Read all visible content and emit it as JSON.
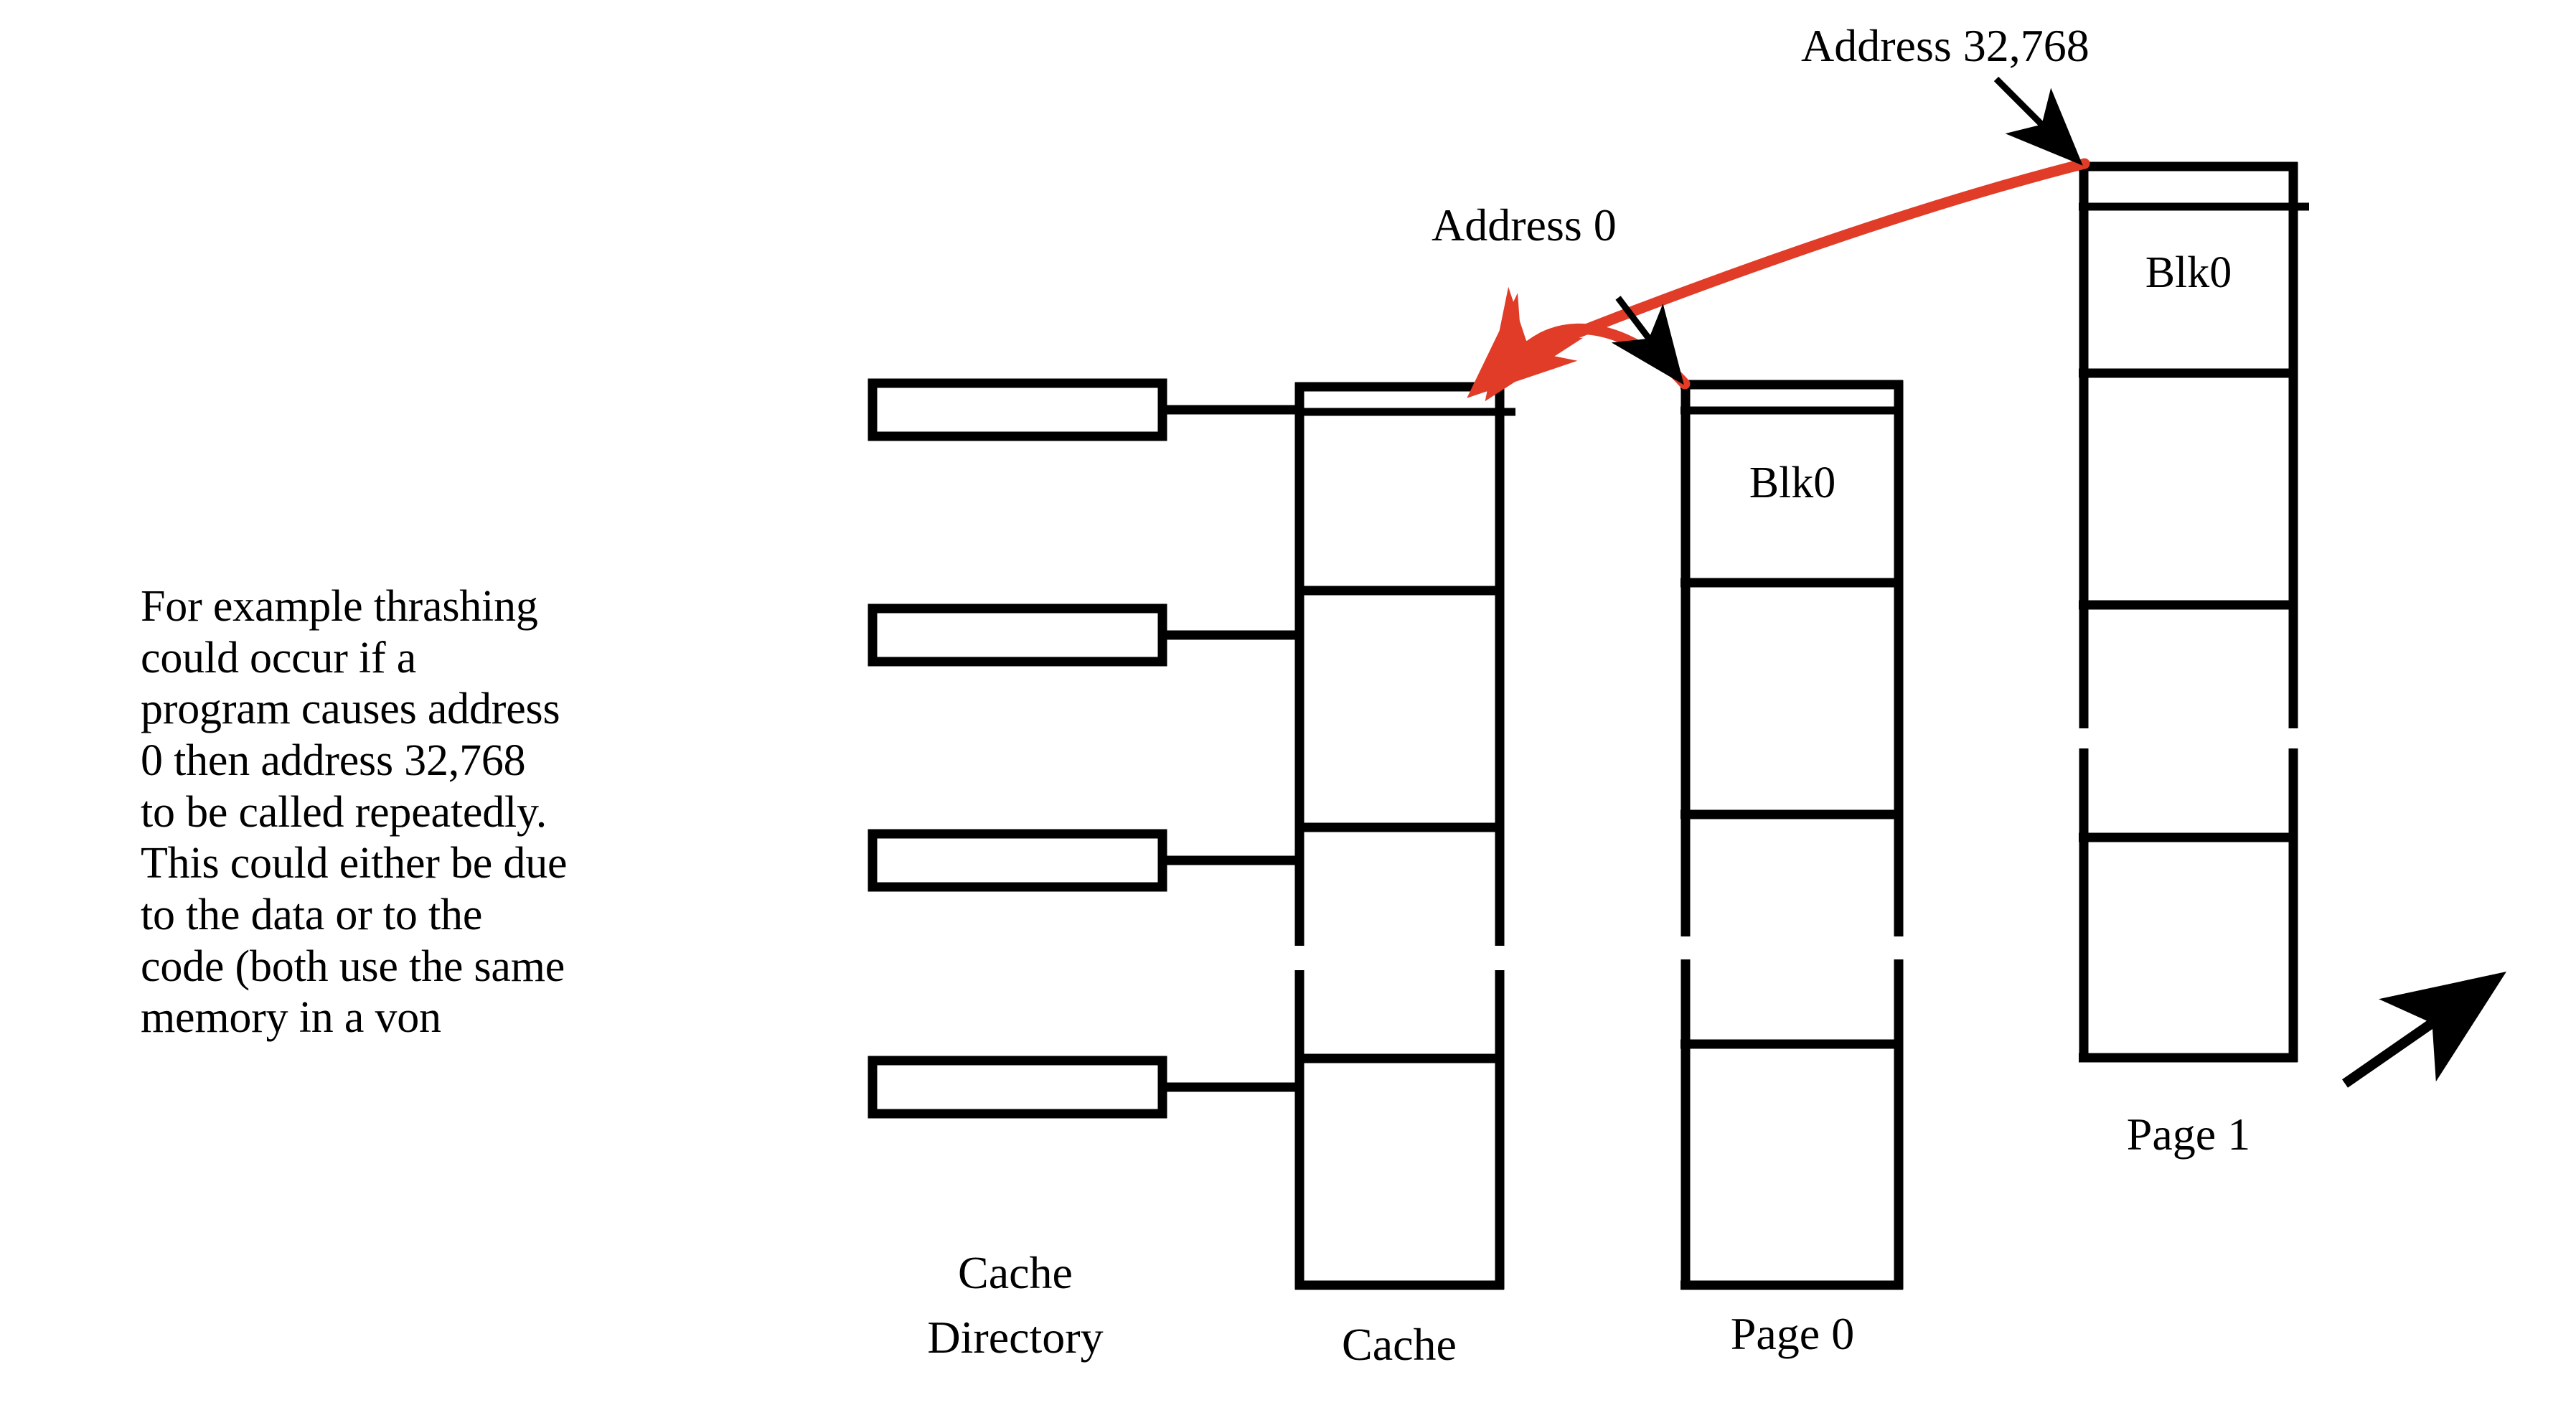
{
  "slide": {
    "body_text": "For example thrashing\ncould occur if a\nprogram causes address\n0 then address 32,768\nto be called repeatedly.\nThis could either be due\nto the data or to the\ncode (both use the same\nmemory in a von",
    "background_color": "#ffffff",
    "ink_color": "#000000",
    "accent_color": "#e03c28"
  },
  "diagram": {
    "title_labels": {
      "cache_directory": "Cache\nDirectory",
      "cache_directory_line1": "Cache",
      "cache_directory_line2": "Directory",
      "cache": "Cache",
      "page0": "Page 0",
      "page1": "Page 1"
    },
    "callouts": [
      {
        "name": "address-32768",
        "text": "Address 32,768",
        "points_to": "page1-top"
      },
      {
        "name": "address-0",
        "text": "Address 0",
        "points_to": "page0-top"
      }
    ],
    "blocks": [
      {
        "name": "page0-blk0",
        "label": "Blk0",
        "column": "Page 0",
        "slot": 0
      },
      {
        "name": "page1-blk0",
        "label": "Blk0",
        "column": "Page 1",
        "slot": 0
      }
    ],
    "cache_directory_entries": [
      "",
      "",
      "",
      ""
    ],
    "red_arrows": [
      {
        "name": "page1-to-cache",
        "from": "Page 1 top-left",
        "to": "Cache top-right",
        "color": "#e03c28"
      },
      {
        "name": "page0-to-cache",
        "from": "Page 0 top-left",
        "to": "Cache top-right",
        "color": "#e03c28"
      }
    ],
    "continuation_arrow": {
      "name": "more-pages-arrow",
      "direction": "up-right"
    }
  }
}
